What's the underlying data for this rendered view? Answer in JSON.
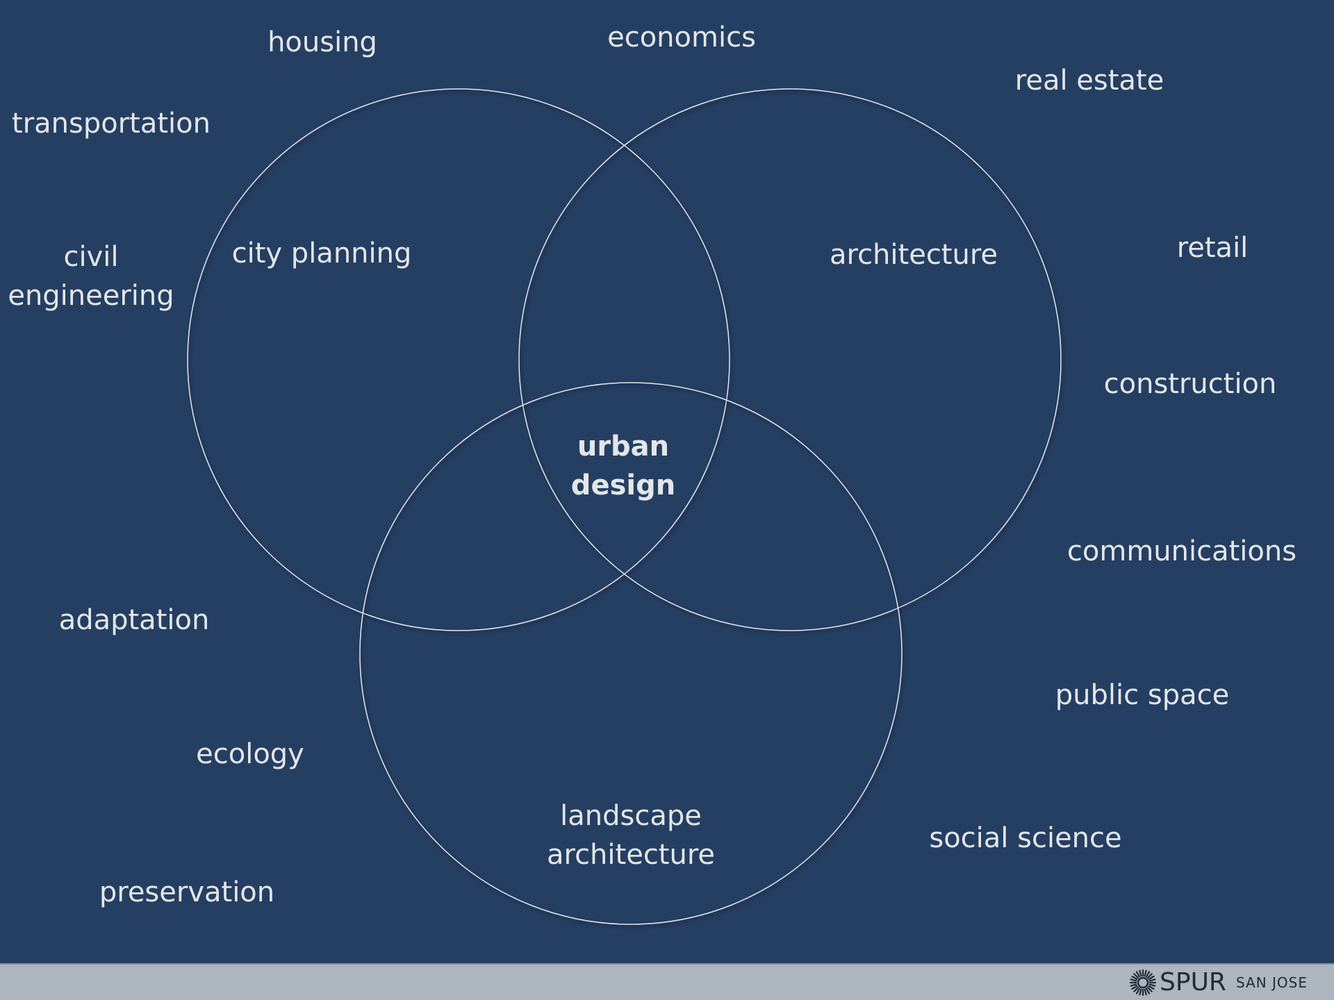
{
  "diagram": {
    "circles": [
      {
        "name": "city planning"
      },
      {
        "name": "architecture"
      },
      {
        "name": "landscape architecture"
      }
    ],
    "inner_labels": {
      "city_planning": "city planning",
      "architecture": "architecture",
      "landscape_line1": "landscape",
      "landscape_line2": "architecture",
      "center_line1": "urban",
      "center_line2": "design"
    },
    "outer_labels": {
      "housing": "housing",
      "economics": "economics",
      "real_estate": "real estate",
      "transportation": "transportation",
      "civil_line1": "civil",
      "civil_line2": "engineering",
      "retail": "retail",
      "construction": "construction",
      "communications": "communications",
      "adaptation": "adaptation",
      "public_space": "public space",
      "ecology": "ecology",
      "social_science": "social science",
      "preservation": "preservation"
    }
  },
  "footer": {
    "logo_text": "SPUR",
    "logo_subtext": "SAN JOSE",
    "logo_icon": "sunburst-icon"
  },
  "colors": {
    "background": "#253f62",
    "circle_stroke": "#e3e6ea",
    "label_text": "#e3e6ea",
    "footer_bar": "#adb5bf"
  }
}
